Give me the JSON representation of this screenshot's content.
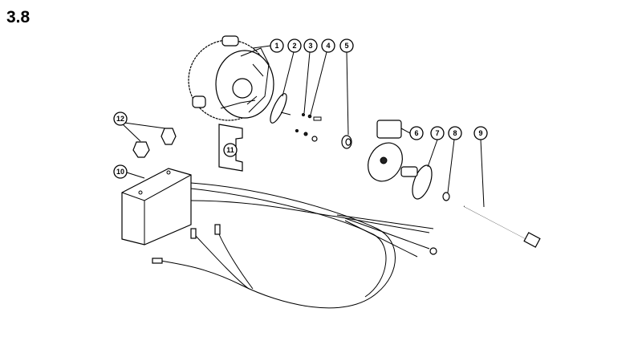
{
  "figure_number": "3.8",
  "callouts": [
    "1",
    "2",
    "3",
    "4",
    "5",
    "6",
    "7",
    "8",
    "9",
    "10",
    "11",
    "12"
  ]
}
